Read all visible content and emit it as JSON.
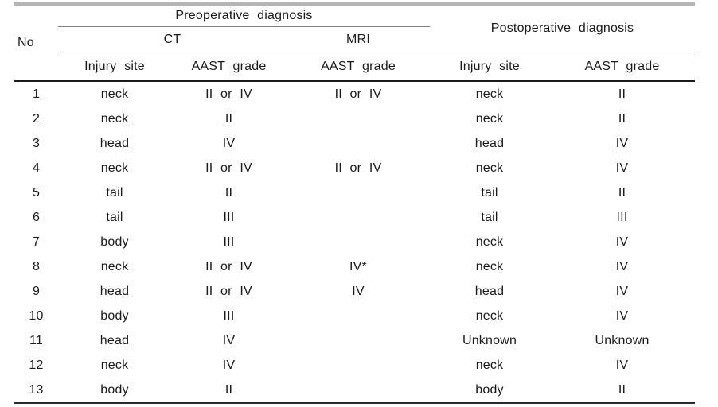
{
  "colors": {
    "top_bar": "#b5b5b5",
    "thin_rule": "#808080",
    "thick_rule": "#1c1c1c",
    "text": "#1a1a1a",
    "background": "#ffffff"
  },
  "table": {
    "headers": {
      "no": "No",
      "preoperative": "Preoperative diagnosis",
      "postoperative": "Postoperative diagnosis",
      "ct": "CT",
      "mri": "MRI"
    },
    "sub_headers": [
      "Injury site",
      "AAST grade",
      "AAST grade",
      "Injury site",
      "AAST grade"
    ],
    "rows": [
      {
        "no": "1",
        "ct_injury_site": "neck",
        "ct_aast_grade": "II or IV",
        "mri_aast_grade": "II or IV",
        "post_injury_site": "neck",
        "post_aast_grade": "II"
      },
      {
        "no": "2",
        "ct_injury_site": "neck",
        "ct_aast_grade": "II",
        "mri_aast_grade": "",
        "post_injury_site": "neck",
        "post_aast_grade": "II"
      },
      {
        "no": "3",
        "ct_injury_site": "head",
        "ct_aast_grade": "IV",
        "mri_aast_grade": "",
        "post_injury_site": "head",
        "post_aast_grade": "IV"
      },
      {
        "no": "4",
        "ct_injury_site": "neck",
        "ct_aast_grade": "II or IV",
        "mri_aast_grade": "II or IV",
        "post_injury_site": "neck",
        "post_aast_grade": "IV"
      },
      {
        "no": "5",
        "ct_injury_site": "tail",
        "ct_aast_grade": "II",
        "mri_aast_grade": "",
        "post_injury_site": "tail",
        "post_aast_grade": "II"
      },
      {
        "no": "6",
        "ct_injury_site": "tail",
        "ct_aast_grade": "III",
        "mri_aast_grade": "",
        "post_injury_site": "tail",
        "post_aast_grade": "III"
      },
      {
        "no": "7",
        "ct_injury_site": "body",
        "ct_aast_grade": "III",
        "mri_aast_grade": "",
        "post_injury_site": "neck",
        "post_aast_grade": "IV"
      },
      {
        "no": "8",
        "ct_injury_site": "neck",
        "ct_aast_grade": "II or IV",
        "mri_aast_grade": "IV*",
        "post_injury_site": "neck",
        "post_aast_grade": "IV"
      },
      {
        "no": "9",
        "ct_injury_site": "head",
        "ct_aast_grade": "II or IV",
        "mri_aast_grade": "IV",
        "post_injury_site": "head",
        "post_aast_grade": "IV"
      },
      {
        "no": "10",
        "ct_injury_site": "body",
        "ct_aast_grade": "III",
        "mri_aast_grade": "",
        "post_injury_site": "neck",
        "post_aast_grade": "IV"
      },
      {
        "no": "11",
        "ct_injury_site": "head",
        "ct_aast_grade": "IV",
        "mri_aast_grade": "",
        "post_injury_site": "Unknown",
        "post_aast_grade": "Unknown"
      },
      {
        "no": "12",
        "ct_injury_site": "neck",
        "ct_aast_grade": "IV",
        "mri_aast_grade": "",
        "post_injury_site": "neck",
        "post_aast_grade": "IV"
      },
      {
        "no": "13",
        "ct_injury_site": "body",
        "ct_aast_grade": "II",
        "mri_aast_grade": "",
        "post_injury_site": "body",
        "post_aast_grade": "II"
      }
    ]
  }
}
